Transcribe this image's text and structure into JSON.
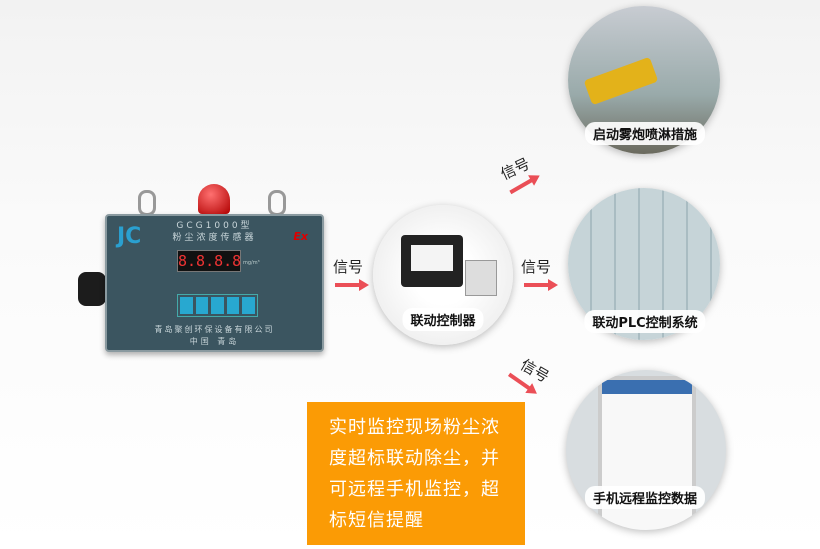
{
  "device": {
    "model": "GCG1000型",
    "name": "粉尘浓度传感器",
    "display": "8.8.8.8",
    "unit": "mg/m³",
    "ex_mark": "Ex",
    "company": "青岛聚创环保设备有限公司",
    "location": "中国  青岛"
  },
  "controller": {
    "label": "联动控制器"
  },
  "outputs": [
    {
      "label": "启动雾炮喷淋措施"
    },
    {
      "label": "联动PLC控制系统"
    },
    {
      "label": "手机远程监控数据"
    }
  ],
  "signal_label": "信号",
  "description": "实时监控现场粉尘浓度超标联动除尘，并可远程手机监控，超标短信提醒",
  "colors": {
    "accent": "#fb9b05",
    "arrow": "#e8303a"
  }
}
